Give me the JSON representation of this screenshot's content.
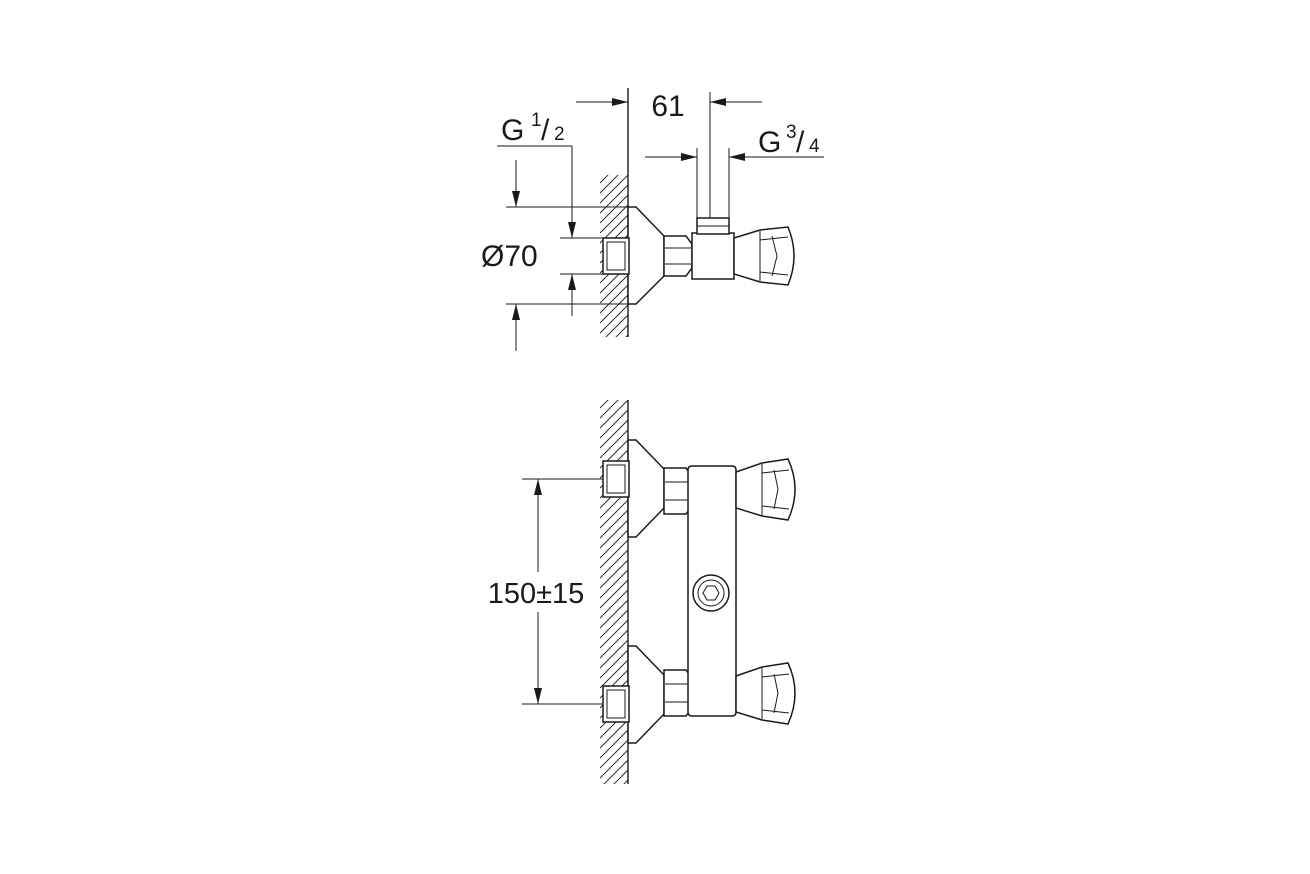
{
  "dimensions": {
    "depth": "61",
    "inlet_thread_base": "G",
    "inlet_thread_num": "1",
    "inlet_thread_den": "2",
    "outlet_thread_base": "G",
    "outlet_thread_num": "3",
    "outlet_thread_den": "4",
    "rosette_diameter": "Ø70",
    "center_distance": "150±15"
  },
  "colors": {
    "line": "#1a1a1a",
    "background": "#ffffff"
  }
}
